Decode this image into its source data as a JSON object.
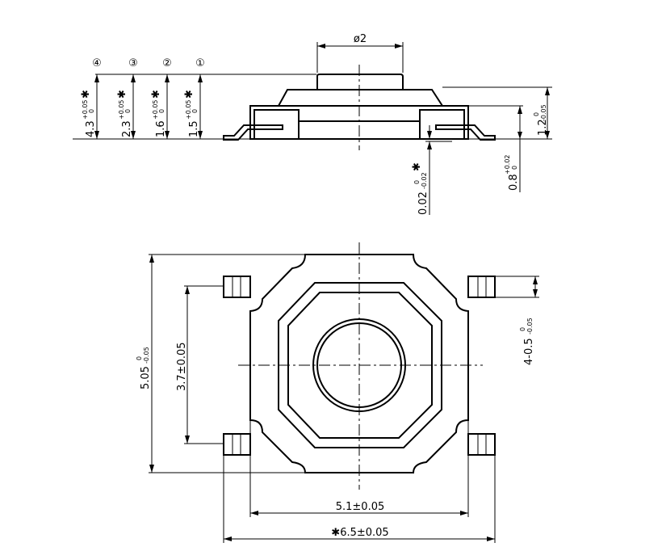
{
  "side_view": {
    "diameter": "ø2",
    "heights": [
      {
        "marker": "④",
        "value": "4.3",
        "upper": "+0.05",
        "lower": "0",
        "note": "✱"
      },
      {
        "marker": "③",
        "value": "2.3",
        "upper": "+0.05",
        "lower": "0",
        "note": "✱"
      },
      {
        "marker": "②",
        "value": "1.6",
        "upper": "+0.05",
        "lower": "0",
        "note": "✱"
      },
      {
        "marker": "①",
        "value": "1.5",
        "upper": "+0.05",
        "lower": "0",
        "note": "✱"
      }
    ],
    "body_height": {
      "value": "1.2",
      "upper": "0",
      "lower": "-0.05"
    },
    "lead_height": {
      "value": "0.8",
      "upper": "+0.02",
      "lower": "0"
    },
    "lead_gap": {
      "value": "0.02",
      "upper": "0",
      "lower": "-0.02",
      "note": "✱"
    }
  },
  "bottom_view": {
    "height": {
      "value": "5.05",
      "upper": "0",
      "lower": "-0.05"
    },
    "pitch": "3.7±0.05",
    "lead_width": {
      "value": "4-0.5",
      "upper": "0",
      "lower": "-0.05"
    },
    "body_width": "5.1±0.05",
    "overall_width": "✱6.5±0.05"
  }
}
